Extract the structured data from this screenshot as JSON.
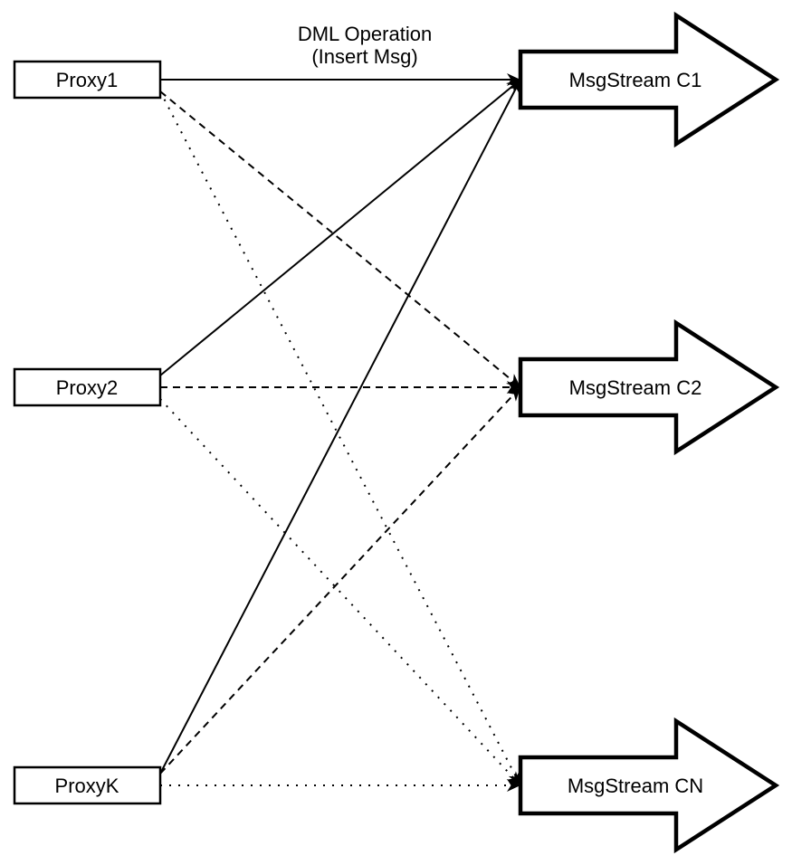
{
  "annotation": {
    "line1": "DML Operation",
    "line2": "(Insert Msg)"
  },
  "proxies": [
    {
      "id": "proxy1",
      "label": "Proxy1"
    },
    {
      "id": "proxy2",
      "label": "Proxy2"
    },
    {
      "id": "proxyK",
      "label": "ProxyK"
    }
  ],
  "streams": [
    {
      "id": "c1",
      "label": "MsgStream C1"
    },
    {
      "id": "c2",
      "label": "MsgStream C2"
    },
    {
      "id": "cn",
      "label": "MsgStream CN"
    }
  ],
  "edges": [
    {
      "from": "proxy1",
      "to": "c1",
      "style": "solid"
    },
    {
      "from": "proxy1",
      "to": "c2",
      "style": "dashed"
    },
    {
      "from": "proxy1",
      "to": "cn",
      "style": "dotted"
    },
    {
      "from": "proxy2",
      "to": "c1",
      "style": "solid"
    },
    {
      "from": "proxy2",
      "to": "c2",
      "style": "dashed"
    },
    {
      "from": "proxy2",
      "to": "cn",
      "style": "dotted"
    },
    {
      "from": "proxyK",
      "to": "c1",
      "style": "solid"
    },
    {
      "from": "proxyK",
      "to": "c2",
      "style": "dashed"
    },
    {
      "from": "proxyK",
      "to": "cn",
      "style": "dotted"
    }
  ],
  "colors": {
    "stroke": "#000000",
    "node_fill": "#ffffff",
    "background": "#ffffff"
  }
}
